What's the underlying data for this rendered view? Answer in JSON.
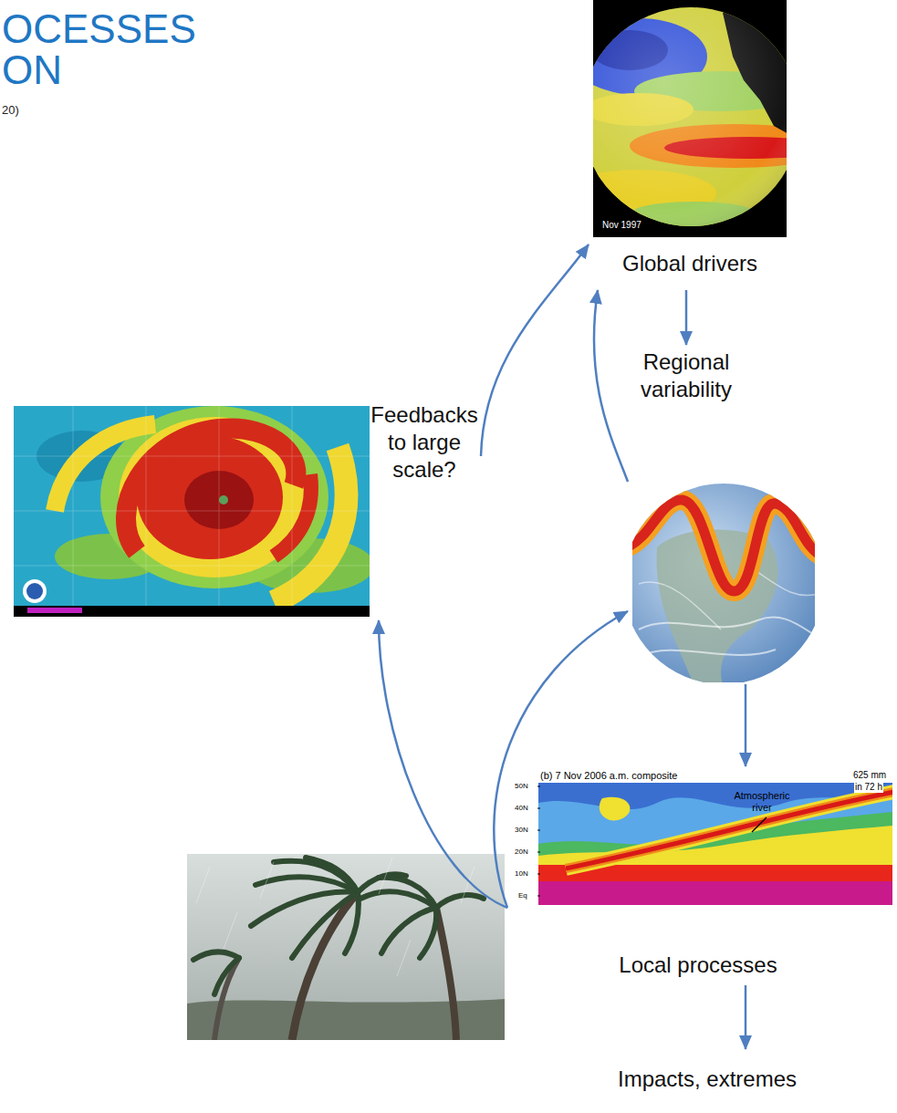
{
  "diagram": {
    "nodes": [
      {
        "text": [
          "Global drivers"
        ]
      },
      {
        "text": [
          "Regional variability"
        ]
      },
      {
        "text": [
          "Feedbacks to large scale?"
        ]
      },
      {
        "text": [
          "Local processes"
        ]
      },
      {
        "text": [
          "Impacts, extremes"
        ]
      }
    ],
    "edges": [
      {
        "from": 0,
        "to": 1,
        "arrow": "to"
      },
      {
        "from": 1,
        "to": 3,
        "arrow": "to"
      },
      {
        "from": 3,
        "to": 4,
        "arrow": "to"
      },
      {
        "from": 3,
        "to": 2,
        "arrow": "to"
      },
      {
        "from": 3,
        "to": 1,
        "arrow": "to"
      },
      {
        "from": 2,
        "to": 0,
        "arrow": "to"
      },
      {
        "from": 1,
        "to": 0,
        "arrow": "to"
      }
    ],
    "labels": [
      "OCESSES",
      "ON",
      "20)",
      "Nov 1997",
      "(b) 7 Nov 2006 a.m. composite",
      "625 mm",
      "in 72 h",
      "Atmospheric river",
      "50N",
      "40N",
      "30N",
      "20N",
      "10N",
      "Eq"
    ]
  }
}
